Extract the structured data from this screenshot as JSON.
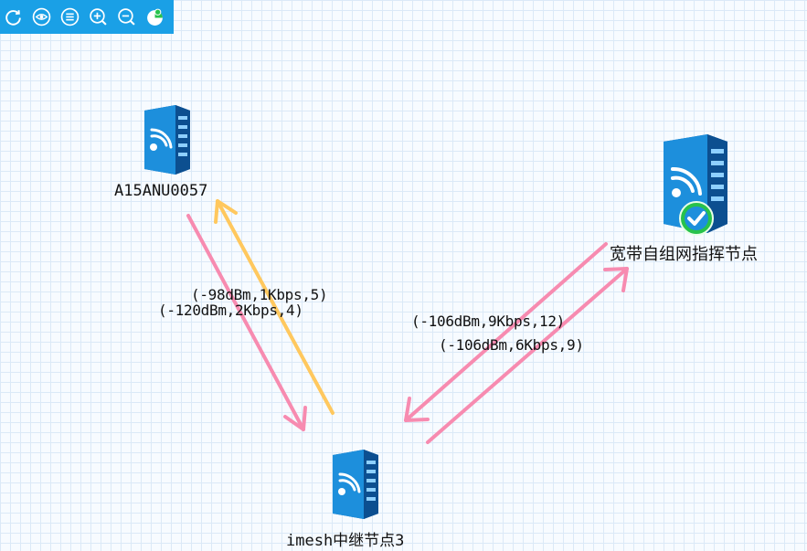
{
  "toolbar": {
    "buttons": [
      {
        "icon": "refresh-icon"
      },
      {
        "icon": "eye-icon"
      },
      {
        "icon": "list-icon"
      },
      {
        "icon": "zoom-in-icon"
      },
      {
        "icon": "zoom-out-icon"
      },
      {
        "icon": "toggle-icon"
      }
    ]
  },
  "nodes": {
    "a15": {
      "label": "A15ANU0057"
    },
    "command": {
      "label": "宽带自组网指挥节点",
      "status": "online"
    },
    "relay": {
      "label": "imesh中继节点3"
    }
  },
  "links": {
    "l1": "(-98dBm,1Kbps,5)",
    "l2": "(-120dBm,2Kbps,4)",
    "l3": "(-106dBm,9Kbps,12)",
    "l4": "(-106dBm,6Kbps,9)"
  },
  "colors": {
    "toolbar": "#1aa0e6",
    "link_pink": "#f78bb0",
    "link_orange": "#ffc85e",
    "server_blue": "#1d8fdc",
    "status_green": "#27c24c"
  }
}
